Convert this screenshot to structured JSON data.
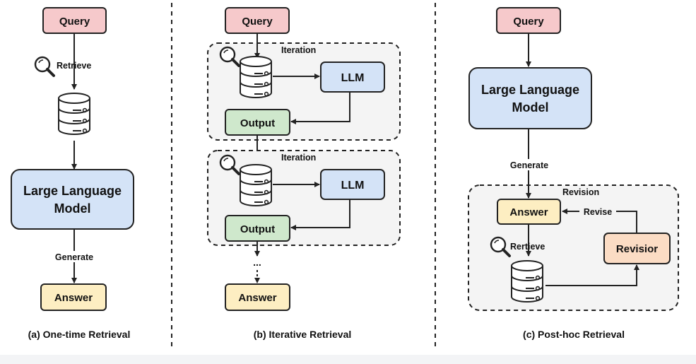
{
  "colors": {
    "query": "#f6c9cb",
    "llm": "#d4e3f7",
    "output": "#cfe8cc",
    "answer": "#fdeec2",
    "revisior": "#fbdcc4",
    "region": "#f4f4f4",
    "stroke": "#222222"
  },
  "icons": [
    "magnifier-icon",
    "database-icon"
  ],
  "panel_a": {
    "query": "Query",
    "retrieve": "Retrieve",
    "llm": "Large Language Model",
    "llm_line1": "Large Language",
    "llm_line2": "Model",
    "generate": "Generate",
    "answer": "Answer",
    "caption": "(a) One-time Retrieval"
  },
  "panel_b": {
    "query": "Query",
    "iteration_label": "Iteration",
    "llm": "LLM",
    "output": "Output",
    "ellipsis": "...",
    "answer": "Answer",
    "caption": "(b) Iterative Retrieval"
  },
  "panel_c": {
    "query": "Query",
    "llm_line1": "Large Language",
    "llm_line2": "Model",
    "generate": "Generate",
    "revision_label": "Revision",
    "answer": "Answer",
    "revise": "Revise",
    "retrieve": "Rertieve",
    "revisior": "Revisior",
    "caption": "(c) Post-hoc Retrieval"
  }
}
